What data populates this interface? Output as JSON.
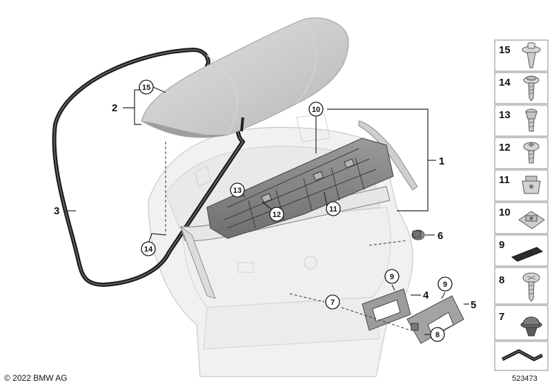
{
  "copyright": "© 2022 BMW AG",
  "diagram_id": "523473",
  "callouts": {
    "c1": "1",
    "c2": "2",
    "c3": "3",
    "c4": "4",
    "c5": "5",
    "c6": "6",
    "c7": "7",
    "c8": "8",
    "c9a": "9",
    "c9b": "9",
    "c10": "10",
    "c11": "11",
    "c12": "12",
    "c13": "13",
    "c14": "14",
    "c15": "15"
  },
  "legend": [
    {
      "number": "15",
      "icon": "expanding-rivet-icon"
    },
    {
      "number": "14",
      "icon": "torx-screw-with-washer-icon"
    },
    {
      "number": "13",
      "icon": "torx-screw-icon"
    },
    {
      "number": "12",
      "icon": "torx-collar-screw-icon"
    },
    {
      "number": "11",
      "icon": "spring-nut-icon"
    },
    {
      "number": "10",
      "icon": "clip-nut-icon"
    },
    {
      "number": "9",
      "icon": "adhesive-strip-icon"
    },
    {
      "number": "8",
      "icon": "oval-head-screw-icon"
    },
    {
      "number": "7",
      "icon": "rubber-grommet-icon"
    },
    {
      "number": "",
      "icon": "gasket-section-icon"
    }
  ]
}
